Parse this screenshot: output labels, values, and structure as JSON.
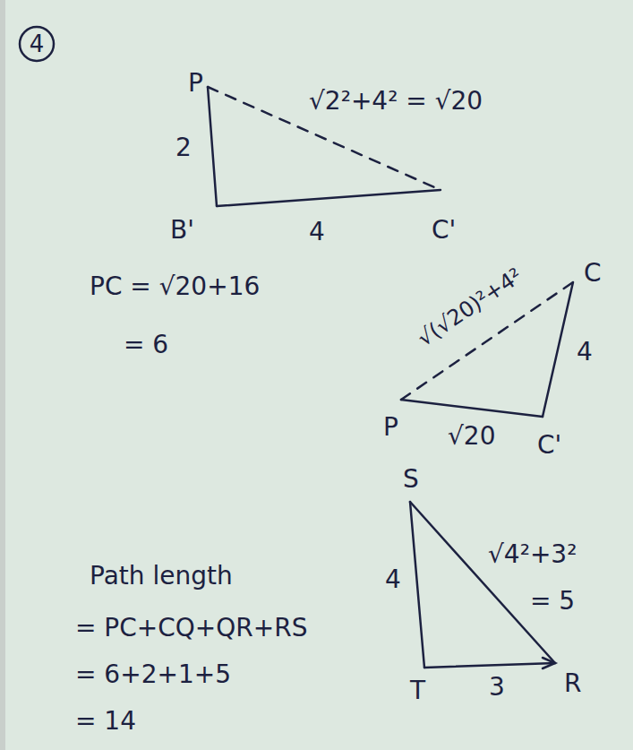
{
  "diagram": {
    "nodes": [
      {
        "text": [
          "4"
        ]
      }
    ],
    "labels": [
      "P",
      "√2²+4² = √20",
      "2",
      "B'",
      "4",
      "C'",
      "PC = √20+16",
      "= 6",
      "√(√20)²+4²",
      "C",
      "4",
      "P",
      "√20",
      "C'",
      "S",
      "4",
      "√4²+3²",
      "= 5",
      "T",
      "3",
      "R",
      "Path length",
      "= PC+CQ+QR+RS",
      "= 6+2+1+5",
      "= 14"
    ]
  }
}
